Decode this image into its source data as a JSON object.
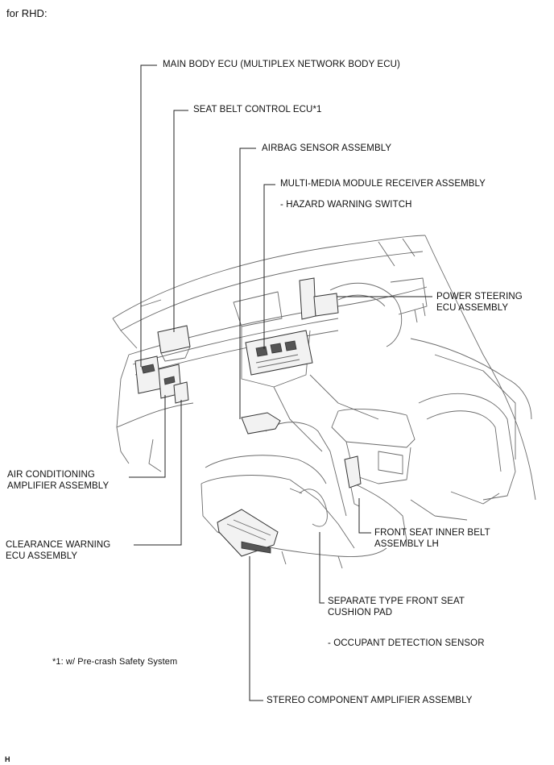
{
  "header": "for RHD:",
  "footer_code": "H",
  "footnote": "*1: w/ Pre-crash Safety System",
  "labels": {
    "main_body_ecu": "MAIN BODY ECU (MULTIPLEX NETWORK BODY ECU)",
    "seat_belt_control_ecu": "SEAT BELT CONTROL ECU*1",
    "airbag_sensor": "AIRBAG SENSOR ASSEMBLY",
    "multimedia_receiver": "MULTI-MEDIA MODULE RECEIVER ASSEMBLY",
    "hazard_switch": "- HAZARD WARNING SWITCH",
    "power_steering_1": "POWER STEERING",
    "power_steering_2": "ECU ASSEMBLY",
    "air_conditioning_1": "AIR CONDITIONING",
    "air_conditioning_2": "AMPLIFIER ASSEMBLY",
    "clearance_warning_1": "CLEARANCE WARNING",
    "clearance_warning_2": "ECU ASSEMBLY",
    "front_seat_belt_1": "FRONT SEAT INNER BELT",
    "front_seat_belt_2": "ASSEMBLY LH",
    "cushion_pad_1": "SEPARATE TYPE FRONT SEAT",
    "cushion_pad_2": "CUSHION PAD",
    "occupant_sensor": "- OCCUPANT DETECTION SENSOR",
    "stereo_amplifier": "STEREO COMPONENT AMPLIFIER ASSEMBLY"
  }
}
